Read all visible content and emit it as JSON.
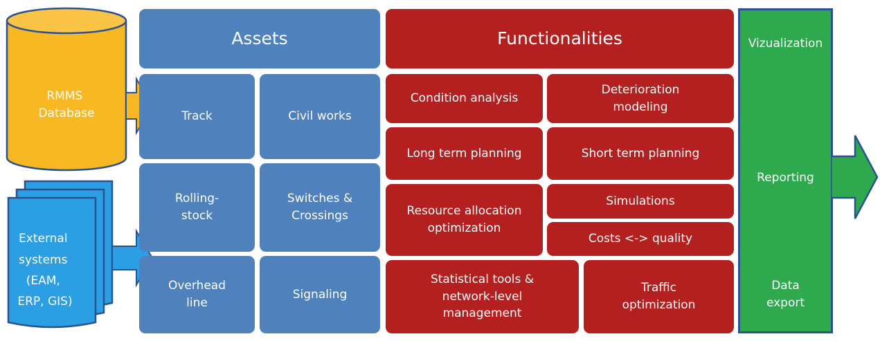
{
  "sources": {
    "database": "RMMS\nDatabase",
    "external": [
      "External",
      "systems",
      "(EAM,",
      "ERP, GIS)"
    ]
  },
  "assets": {
    "header": "Assets",
    "track": "Track",
    "civil_works": "Civil works",
    "rolling_stock": "Rolling-\nstock",
    "switches": "Switches &\nCrossings",
    "overhead_line": "Overhead\nline",
    "signaling": "Signaling"
  },
  "functionalities": {
    "header": "Functionalities",
    "condition_analysis": "Condition analysis",
    "deterioration_modeling": "Deterioration\nmodeling",
    "long_term_planning": "Long term planning",
    "short_term_planning": "Short term planning",
    "resource_allocation": "Resource allocation\noptimization",
    "simulations": "Simulations",
    "costs_quality": "Costs <-> quality",
    "statistical_tools": "Statistical tools &\nnetwork-level\nmanagement",
    "traffic_optimization": "Traffic\noptimization"
  },
  "outputs": {
    "vizualization": "Vizualization",
    "reporting": "Reporting",
    "data_export": "Data\nexport"
  },
  "colors": {
    "database": "#f8b823",
    "external": "#2c9ee3",
    "assets": "#4f81bd",
    "functionalities": "#b3201f",
    "outputs": "#2fa94e",
    "outline": "#2a5190"
  }
}
